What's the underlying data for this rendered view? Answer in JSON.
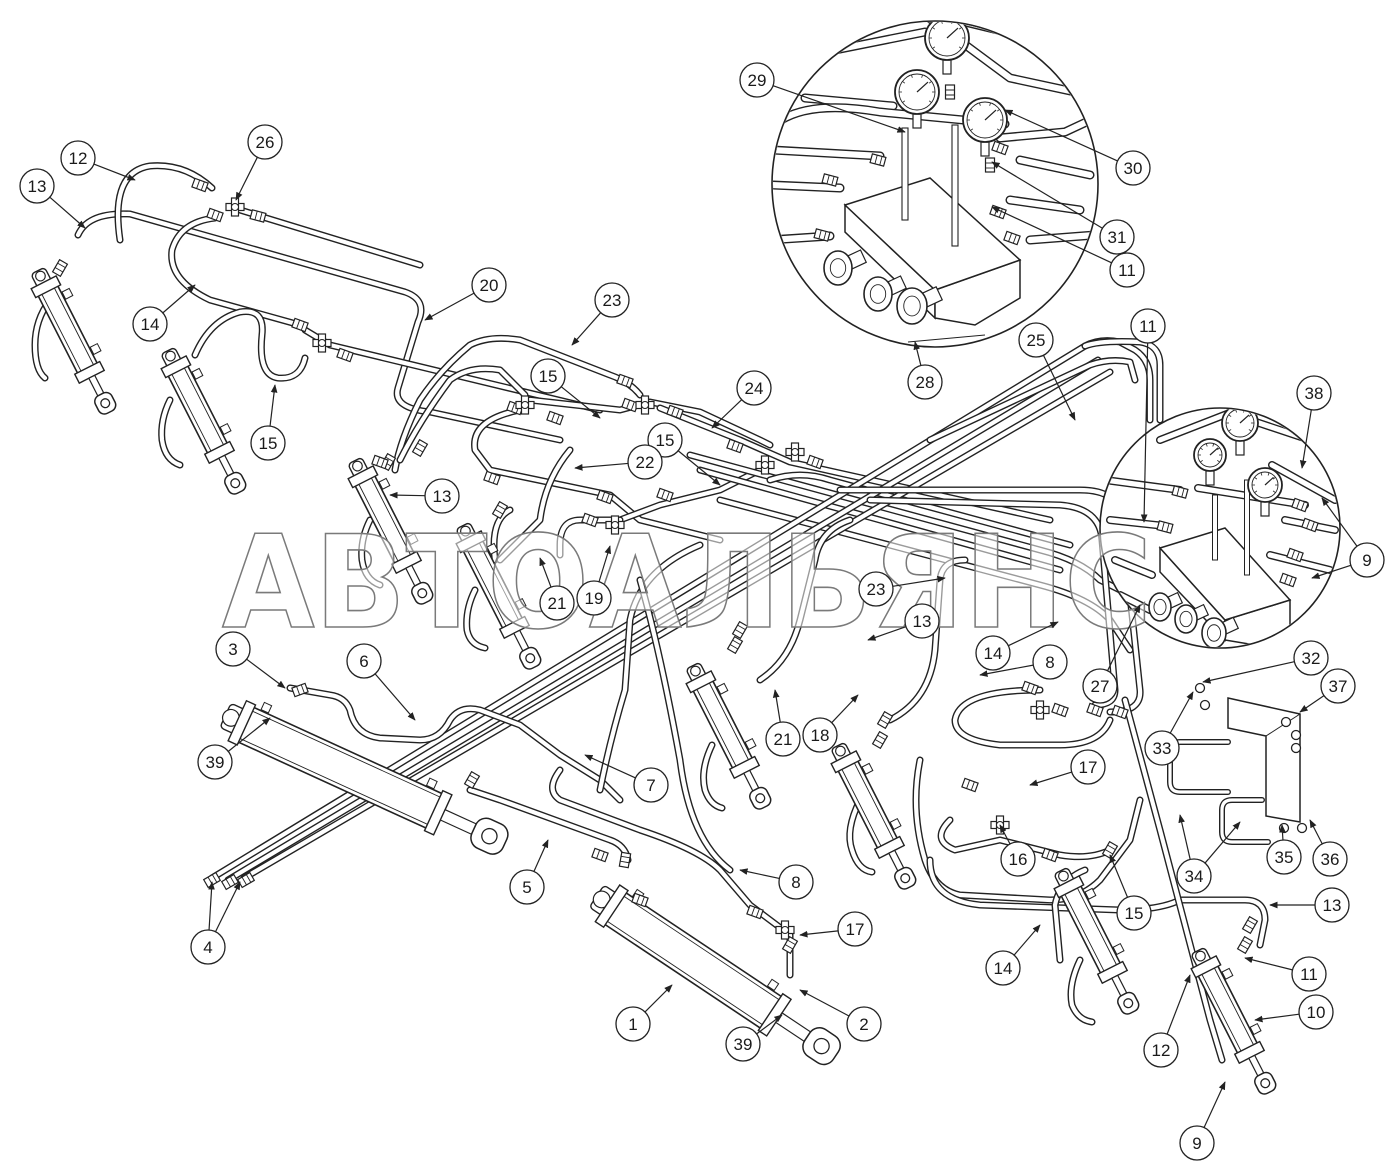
{
  "watermark": "АВТОАЛЬЯНС",
  "callouts": [
    "29",
    "30",
    "31",
    "11",
    "28",
    "26",
    "12",
    "13",
    "20",
    "23",
    "14",
    "15",
    "15",
    "24",
    "25",
    "11",
    "38",
    "15",
    "22",
    "13",
    "9",
    "21",
    "19",
    "23",
    "13",
    "14",
    "8",
    "27",
    "32",
    "37",
    "33",
    "3",
    "6",
    "39",
    "21",
    "18",
    "7",
    "17",
    "5",
    "16",
    "8",
    "15",
    "34",
    "35",
    "36",
    "13",
    "4",
    "17",
    "14",
    "11",
    "10",
    "1",
    "2",
    "39",
    "12",
    "9"
  ],
  "colors": {
    "line": "#222222",
    "background": "#ffffff",
    "watermark_stroke": "#7a7a7a"
  }
}
